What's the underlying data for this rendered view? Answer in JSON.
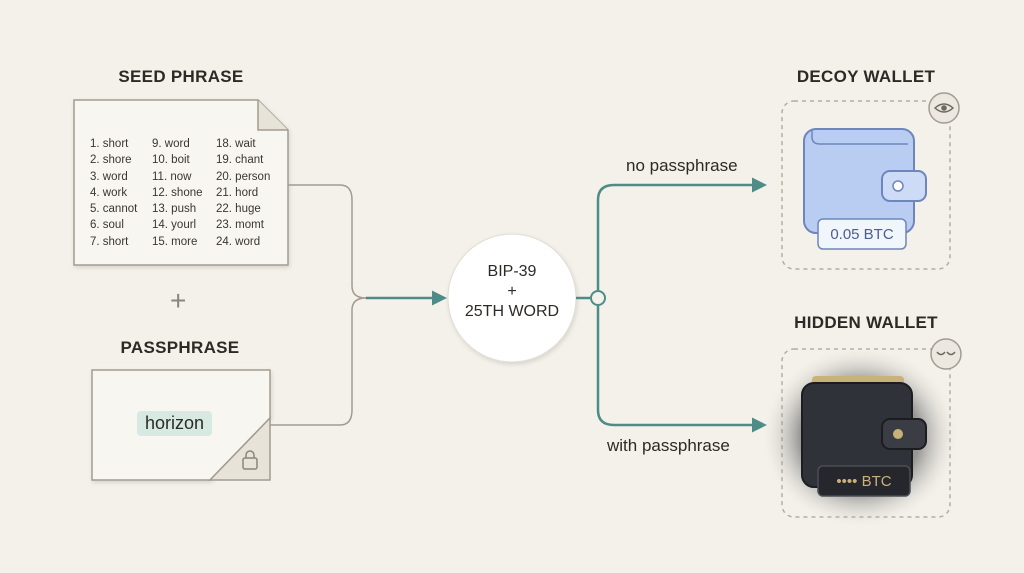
{
  "seed_phrase": {
    "title": "SEED PHRASE",
    "words": [
      "1. short",
      "2. shore",
      "3. word",
      "4. work",
      "5. cannot",
      "6. soul",
      "7. short",
      "9. word",
      "10. boit",
      "11. now",
      "12. shone",
      "13. push",
      "14. yourl",
      "15. more",
      "18. wait",
      "19. chant",
      "20. person",
      "21. hord",
      "22. huge",
      "23. momt",
      "24. word"
    ]
  },
  "plus": "+",
  "passphrase": {
    "title": "PASSPHRASE",
    "value": "horizon",
    "icon": "lock-icon"
  },
  "engine": {
    "line1": "BIP-39",
    "line2": "+",
    "line3": "25TH WORD"
  },
  "paths": {
    "top": "no passphrase",
    "bottom": "with passphrase"
  },
  "decoy_wallet": {
    "title": "DECOY WALLET",
    "balance": "0.05 BTC",
    "icon": "eye-icon",
    "color": "#b9cdf3"
  },
  "hidden_wallet": {
    "title": "HIDDEN WALLET",
    "balance_masked": "•••• BTC",
    "icon": "closed-eye-icon",
    "color": "#2f3238"
  },
  "colors": {
    "accent": "#4e8c87",
    "background": "#f4f1ea",
    "gold": "#c9b27a"
  }
}
